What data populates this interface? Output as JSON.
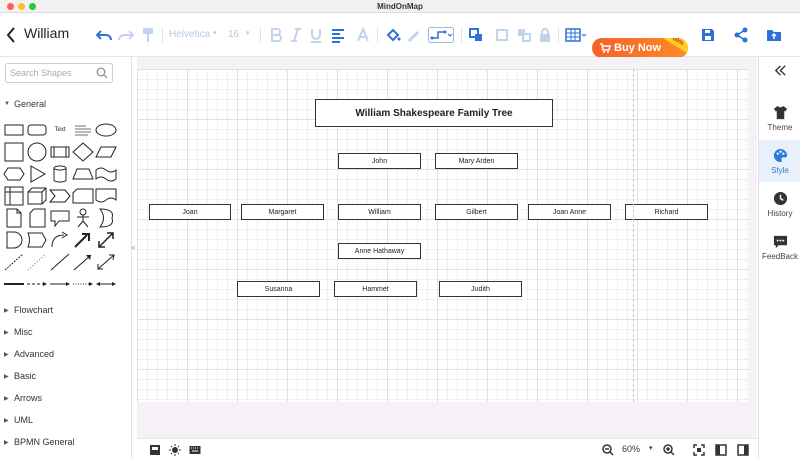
{
  "window": {
    "title": "MindOnMap"
  },
  "toolbar": {
    "document_title": "William",
    "font_name": "Helvetica",
    "font_size": "16",
    "buy_label": "Buy Now",
    "buy_badge": "-60%"
  },
  "left_panel": {
    "search_placeholder": "Search Shapes",
    "general_label": "General",
    "shape_text_label": "Text",
    "sections": [
      "Flowchart",
      "Misc",
      "Advanced",
      "Basic",
      "Arrows",
      "UML",
      "BPMN General"
    ]
  },
  "diagram": {
    "title": "William Shakespeare Family Tree",
    "nodes": {
      "john": "John",
      "mary": "Mary Arden",
      "joan": "Joan",
      "margaret": "Margaret",
      "william": "William",
      "gilbert": "Gilbert",
      "joan_anne": "Joan Anne",
      "richard": "Richard",
      "anne": "Anne Hathaway",
      "susanna": "Susanna",
      "hammet": "Hammet",
      "judith": "Judith"
    }
  },
  "right_panel": {
    "items": [
      "Theme",
      "Style",
      "History",
      "FeedBack"
    ]
  },
  "status": {
    "zoom": "60%"
  },
  "colors": {
    "accent": "#2b7bd8",
    "buy": "#f7612a",
    "toolbar_icon": "#2e6fd8"
  }
}
